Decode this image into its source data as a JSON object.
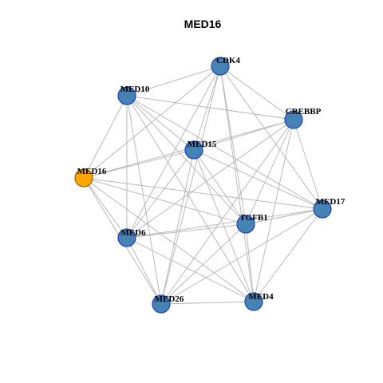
{
  "title": "MED16",
  "colors": {
    "node_fill": "#4682b4",
    "node_stroke": "#1f3fbf",
    "focus_fill": "#ffa500",
    "focus_stroke": "#a05a00",
    "edge": "#b3b3b3"
  },
  "nodes": [
    {
      "id": "CDK4",
      "label": "CDK4",
      "focus": false
    },
    {
      "id": "MED10",
      "label": "MED10",
      "focus": false
    },
    {
      "id": "CREBBP",
      "label": "CREBBP",
      "focus": false
    },
    {
      "id": "MED15",
      "label": "MED15",
      "focus": false
    },
    {
      "id": "MED16",
      "label": "MED16",
      "focus": true
    },
    {
      "id": "MED17",
      "label": "MED17",
      "focus": false
    },
    {
      "id": "TGFB1",
      "label": "TGFB1",
      "focus": false
    },
    {
      "id": "MED6",
      "label": "MED6",
      "focus": false
    },
    {
      "id": "MED4",
      "label": "MED4",
      "focus": false
    },
    {
      "id": "MED26",
      "label": "MED26",
      "focus": false
    }
  ],
  "edges": [
    [
      "CDK4",
      "MED10"
    ],
    [
      "CDK4",
      "CREBBP"
    ],
    [
      "CDK4",
      "MED15"
    ],
    [
      "CDK4",
      "MED16"
    ],
    [
      "CDK4",
      "MED17"
    ],
    [
      "CDK4",
      "TGFB1"
    ],
    [
      "CDK4",
      "MED6"
    ],
    [
      "CDK4",
      "MED4"
    ],
    [
      "CDK4",
      "MED26"
    ],
    [
      "MED10",
      "CREBBP"
    ],
    [
      "MED10",
      "MED15"
    ],
    [
      "MED10",
      "MED16"
    ],
    [
      "MED10",
      "MED17"
    ],
    [
      "MED10",
      "TGFB1"
    ],
    [
      "MED10",
      "MED6"
    ],
    [
      "MED10",
      "MED4"
    ],
    [
      "MED10",
      "MED26"
    ],
    [
      "CREBBP",
      "MED15"
    ],
    [
      "CREBBP",
      "MED16"
    ],
    [
      "CREBBP",
      "MED17"
    ],
    [
      "CREBBP",
      "TGFB1"
    ],
    [
      "CREBBP",
      "MED6"
    ],
    [
      "CREBBP",
      "MED4"
    ],
    [
      "CREBBP",
      "MED26"
    ],
    [
      "MED15",
      "MED16"
    ],
    [
      "MED15",
      "MED17"
    ],
    [
      "MED15",
      "TGFB1"
    ],
    [
      "MED15",
      "MED6"
    ],
    [
      "MED15",
      "MED4"
    ],
    [
      "MED15",
      "MED26"
    ],
    [
      "MED16",
      "MED17"
    ],
    [
      "MED16",
      "TGFB1"
    ],
    [
      "MED16",
      "MED6"
    ],
    [
      "MED16",
      "MED4"
    ],
    [
      "MED16",
      "MED26"
    ],
    [
      "MED17",
      "TGFB1"
    ],
    [
      "MED17",
      "MED6"
    ],
    [
      "MED17",
      "MED4"
    ],
    [
      "MED17",
      "MED26"
    ],
    [
      "TGFB1",
      "MED6"
    ],
    [
      "TGFB1",
      "MED4"
    ],
    [
      "TGFB1",
      "MED26"
    ],
    [
      "MED6",
      "MED4"
    ],
    [
      "MED6",
      "MED26"
    ],
    [
      "MED4",
      "MED26"
    ]
  ]
}
